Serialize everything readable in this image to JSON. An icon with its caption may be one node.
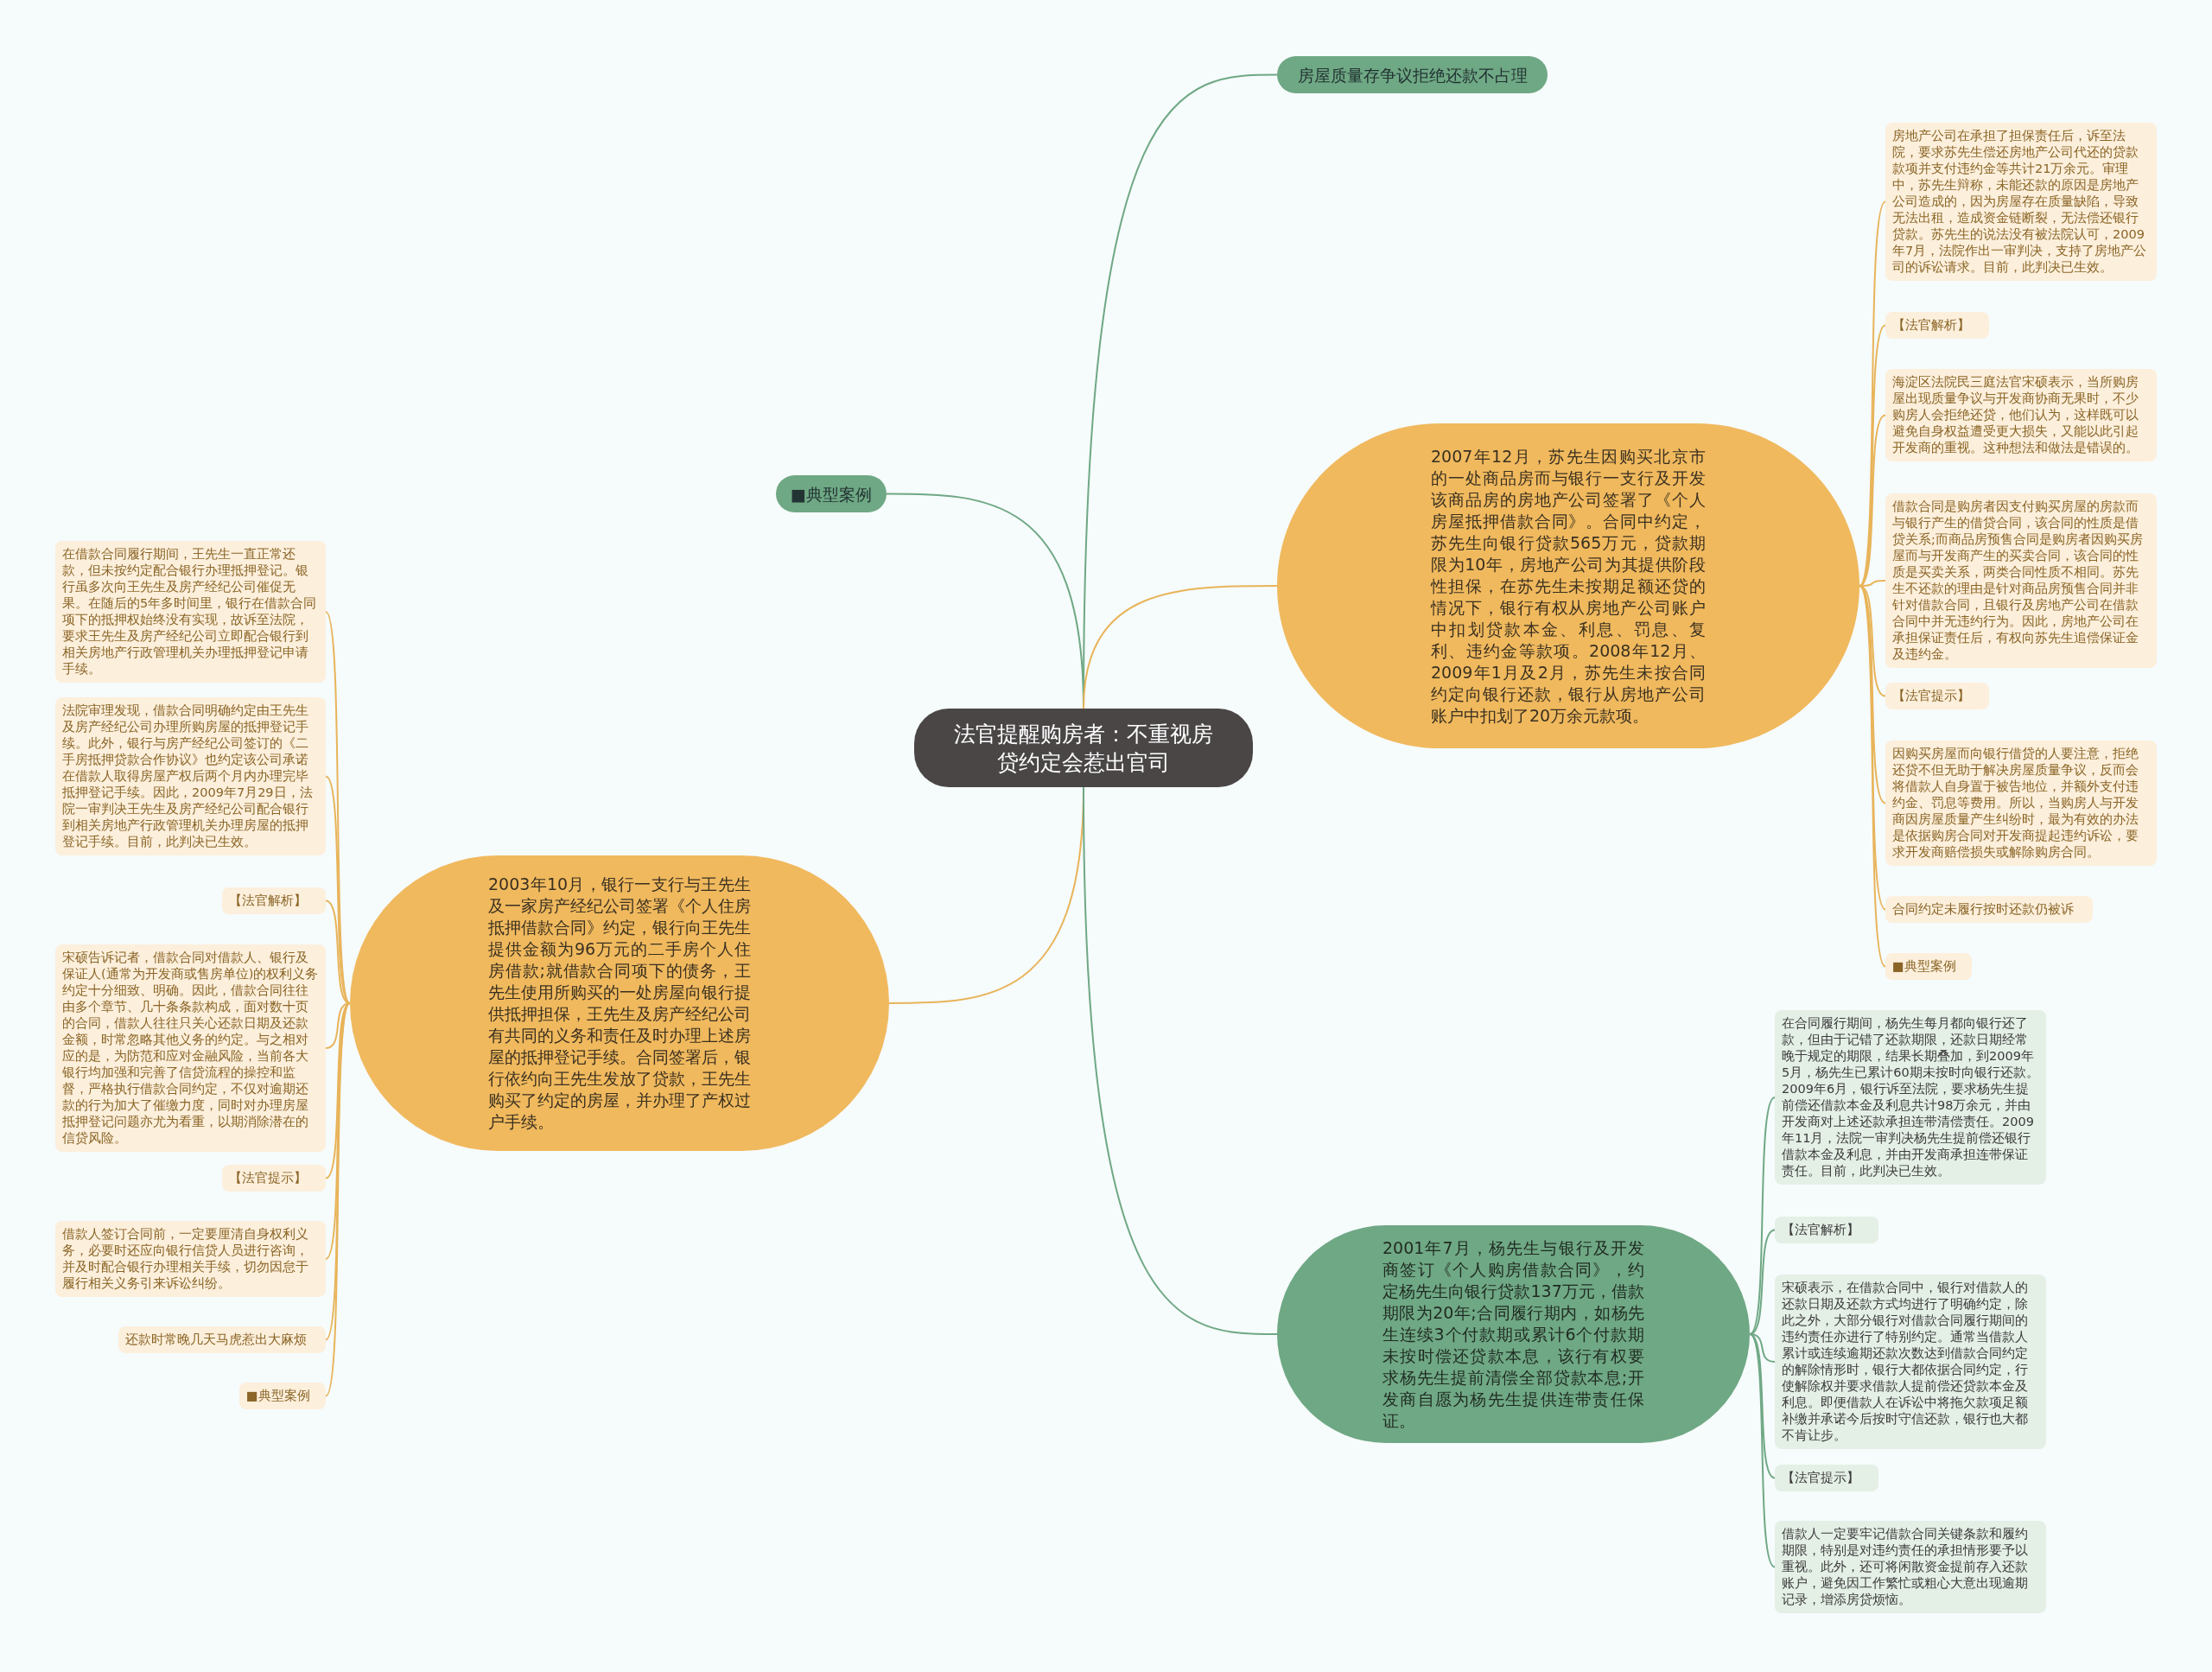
{
  "diagram": {
    "nodes": [
      {
        "text": [
          "法官提醒购房者：不重视房贷约定会惹出官司"
        ]
      },
      {
        "text": [
          "房屋质量存争议拒绝还款不占理"
        ]
      },
      {
        "text": [
          "■典型案例"
        ]
      },
      {
        "text": [
          "2007年12月，苏先生因购买北京市的一处商品房而与银行一支行及开发该商品房的房地产公司签署了《个人房屋抵押借款合同》。合同中约定，苏先生向银行贷款565万元，贷款期限为10年，房地产公司为其提供阶段性担保，在苏先生未按期足额还贷的情况下，银行有权从房地产公司账户中扣划贷款本金、利息、罚息、复利、违约金等款项。2008年12月、2009年1月及2月，苏先生未按合同约定向银行还款，银行从房地产公司账户中扣划了20万余元款项。"
        ]
      },
      {
        "text": [
          "2003年10月，银行一支行与王先生及一家房产经纪公司签署《个人住房抵押借款合同》约定，银行向王先生提供金额为96万元的二手房个人住房借款;就借款合同项下的债务，王先生使用所购买的一处房屋向银行提供抵押担保，王先生及房产经纪公司有共同的义务和责任及时办理上述房屋的抵押登记手续。合同签署后，银行依约向王先生发放了贷款，王先生购买了约定的房屋，并办理了产权过户手续。"
        ]
      },
      {
        "text": [
          "2001年7月，杨先生与银行及开发商签订《个人购房借款合同》，约定杨先生向银行贷款137万元，借款期限为20年;合同履行期内，如杨先生连续3个付款期或累计6个付款期未按时偿还贷款本息，该行有权要求杨先生提前清偿全部贷款本息;开发商自愿为杨先生提供连带责任保证。"
        ]
      },
      {
        "text": [
          "房地产公司在承担了担保责任后，诉至法院，要求苏先生偿还房地产公司代还的贷款款项并支付违约金等共计21万余元。审理中，苏先生辩称，未能还款的原因是房地产公司造成的，因为房屋存在质量缺陷，导致无法出租，造成资金链断裂，无法偿还银行贷款。苏先生的说法没有被法院认可，2009年7月，法院作出一审判决，支持了房地产公司的诉讼请求。目前，此判决已生效。"
        ]
      },
      {
        "text": [
          "【法官解析】"
        ]
      },
      {
        "text": [
          "海淀区法院民三庭法官宋硕表示，当所购房屋出现质量争议与开发商协商无果时，不少购房人会拒绝还贷，他们认为，这样既可以避免自身权益遭受更大损失，又能以此引起开发商的重视。这种想法和做法是错误的。"
        ]
      },
      {
        "text": [
          "借款合同是购房者因支付购买房屋的房款而与银行产生的借贷合同，该合同的性质是借贷关系;而商品房预售合同是购房者因购买房屋而与开发商产生的买卖合同，该合同的性质是买卖关系，两类合同性质不相同。苏先生不还款的理由是针对商品房预售合同并非针对借款合同，且银行及房地产公司在借款合同中并无违约行为。因此，房地产公司在承担保证责任后，有权向苏先生追偿保证金及违约金。"
        ]
      },
      {
        "text": [
          "【法官提示】"
        ]
      },
      {
        "text": [
          "因购买房屋而向银行借贷的人要注意，拒绝还贷不但无助于解决房屋质量争议，反而会将借款人自身置于被告地位，并额外支付违约金、罚息等费用。所以，当购房人与开发商因房屋质量产生纠纷时，最为有效的办法是依据购房合同对开发商提起违约诉讼，要求开发商赔偿损失或解除购房合同。"
        ]
      },
      {
        "text": [
          "合同约定未履行按时还款仍被诉"
        ]
      },
      {
        "text": [
          "■典型案例"
        ]
      },
      {
        "text": [
          "在借款合同履行期间，王先生一直正常还款，但未按约定配合银行办理抵押登记。银行虽多次向王先生及房产经纪公司催促无果。在随后的5年多时间里，银行在借款合同项下的抵押权始终没有实现，故诉至法院，要求王先生及房产经纪公司立即配合银行到相关房地产行政管理机关办理抵押登记申请手续。"
        ]
      },
      {
        "text": [
          "法院审理发现，借款合同明确约定由王先生及房产经纪公司办理所购房屋的抵押登记手续。此外，银行与房产经纪公司签订的《二手房抵押贷款合作协议》也约定该公司承诺在借款人取得房屋产权后两个月内办理完毕抵押登记手续。因此，2009年7月29日，法院一审判决王先生及房产经纪公司配合银行到相关房地产行政管理机关办理房屋的抵押登记手续。目前，此判决已生效。"
        ]
      },
      {
        "text": [
          "【法官解析】"
        ]
      },
      {
        "text": [
          "宋硕告诉记者，借款合同对借款人、银行及保证人(通常为开发商或售房单位)的权利义务约定十分细致、明确。因此，借款合同往往由多个章节、几十条条款构成，面对数十页的合同，借款人往往只关心还款日期及还款金额，时常忽略其他义务的约定。与之相对应的是，为防范和应对金融风险，当前各大银行均加强和完善了信贷流程的操控和监督，严格执行借款合同约定，不仅对逾期还款的行为加大了催缴力度，同时对办理房屋抵押登记问题亦尤为看重，以期消除潜在的信贷风险。"
        ]
      },
      {
        "text": [
          "【法官提示】"
        ]
      },
      {
        "text": [
          "借款人签订合同前，一定要厘清自身权利义务，必要时还应向银行信贷人员进行咨询，并及时配合银行办理相关手续，切勿因怠于履行相关义务引来诉讼纠纷。"
        ]
      },
      {
        "text": [
          "还款时常晚几天马虎惹出大麻烦"
        ]
      },
      {
        "text": [
          "■典型案例"
        ]
      },
      {
        "text": [
          "在合同履行期间，杨先生每月都向银行还了款，但由于记错了还款期限，还款日期经常晚于规定的期限，结果长期叠加，到2009年5月，杨先生已累计60期未按时向银行还款。2009年6月，银行诉至法院，要求杨先生提前偿还借款本金及利息共计98万余元，并由开发商对上述还款承担连带清偿责任。2009年11月，法院一审判决杨先生提前偿还银行借款本金及利息，并由开发商承担连带保证责任。目前，此判决已生效。"
        ]
      },
      {
        "text": [
          "【法官解析】"
        ]
      },
      {
        "text": [
          "宋硕表示，在借款合同中，银行对借款人的还款日期及还款方式均进行了明确约定，除此之外，大部分银行对借款合同履行期间的违约责任亦进行了特别约定。通常当借款人累计或连续逾期还款次数达到借款合同约定的解除情形时，银行大都依据合同约定，行使解除权并要求借款人提前偿还贷款本金及利息。即便借款人在诉讼中将拖欠款项足额补缴并承诺今后按时守信还款，银行也大都不肯让步。"
        ]
      },
      {
        "text": [
          "【法官提示】"
        ]
      },
      {
        "text": [
          "借款人一定要牢记借款合同关键条款和履约期限，特别是对违约责任的承担情形要予以重视。此外，还可将闲散资金提前存入还款账户，避免因工作繁忙或粗心大意出现逾期记录，增添房贷烦恼。"
        ]
      }
    ],
    "edges": [
      {
        "from": 0,
        "to": 1,
        "arrow": "none",
        "color": "#6fa884"
      },
      {
        "from": 0,
        "to": 2,
        "arrow": "none",
        "color": "#6fa884"
      },
      {
        "from": 0,
        "to": 3,
        "arrow": "none"
      },
      {
        "from": 0,
        "to": 4,
        "arrow": "none"
      },
      {
        "from": 0,
        "to": 5,
        "arrow": "none",
        "color": "#6fa884"
      },
      {
        "from": 3,
        "to": 6,
        "arrow": "none"
      },
      {
        "from": 3,
        "to": 7,
        "arrow": "none"
      },
      {
        "from": 3,
        "to": 8,
        "arrow": "none"
      },
      {
        "from": 3,
        "to": 9,
        "arrow": "none"
      },
      {
        "from": 3,
        "to": 10,
        "arrow": "none"
      },
      {
        "from": 3,
        "to": 11,
        "arrow": "none"
      },
      {
        "from": 3,
        "to": 12,
        "arrow": "none"
      },
      {
        "from": 3,
        "to": 13,
        "arrow": "none"
      },
      {
        "from": 4,
        "to": 14,
        "arrow": "none"
      },
      {
        "from": 4,
        "to": 15,
        "arrow": "none"
      },
      {
        "from": 4,
        "to": 16,
        "arrow": "none"
      },
      {
        "from": 4,
        "to": 17,
        "arrow": "none"
      },
      {
        "from": 4,
        "to": 18,
        "arrow": "none"
      },
      {
        "from": 4,
        "to": 19,
        "arrow": "none"
      },
      {
        "from": 4,
        "to": 20,
        "arrow": "none"
      },
      {
        "from": 4,
        "to": 21,
        "arrow": "none"
      },
      {
        "from": 5,
        "to": 22,
        "arrow": "none",
        "color": "#6fa884"
      },
      {
        "from": 5,
        "to": 23,
        "arrow": "none",
        "color": "#6fa884"
      },
      {
        "from": 5,
        "to": 24,
        "arrow": "none",
        "color": "#6fa884"
      },
      {
        "from": 5,
        "to": 25,
        "arrow": "none",
        "color": "#6fa884"
      },
      {
        "from": 5,
        "to": 26,
        "arrow": "none",
        "color": "#6fa884"
      }
    ]
  }
}
